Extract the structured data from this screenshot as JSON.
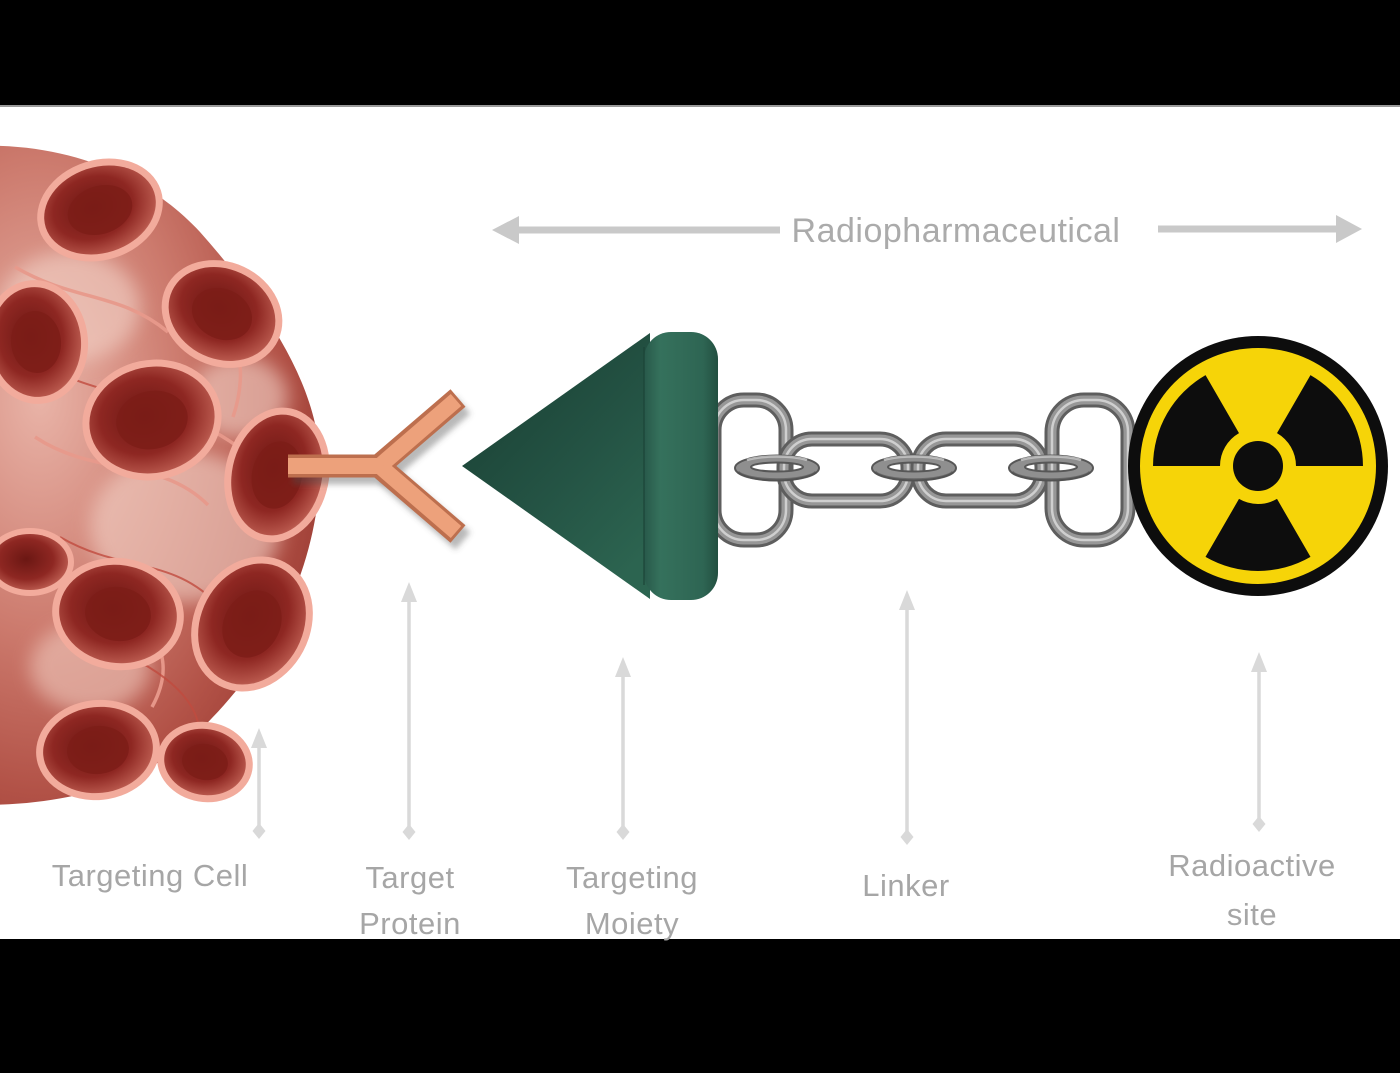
{
  "slide": {
    "background": "#000000",
    "canvas_background": "#FFFFFF",
    "divider_color": "#9A9A9A"
  },
  "header": {
    "label": "Radiopharmaceutical",
    "text_color": "#ABABAB",
    "arrow_color": "#C9C9C9"
  },
  "pointer_arrows": {
    "color": "#D9D9D9",
    "count": 5
  },
  "components": {
    "targeting_cell": {
      "label": "Targeting Cell",
      "icon": "tumor-cell-image",
      "color": "#A8433C"
    },
    "target_protein": {
      "label_line1": "Target",
      "label_line2": "Protein",
      "icon": "antibody-receptor-icon",
      "color": "#E89D78"
    },
    "targeting_moiety": {
      "label_line1": "Targeting",
      "label_line2": "Moiety",
      "icon": "triangle-moiety-icon",
      "color": "#2A5F4D"
    },
    "linker": {
      "label": "Linker",
      "icon": "chain-icon",
      "color": "#8A8A8A"
    },
    "radioactive_site": {
      "label_line1": "Radioactive",
      "label_line2": "site",
      "icon": "radiation-trefoil-icon",
      "color": "#F6D408"
    }
  },
  "label_color": "#A6A6A6"
}
